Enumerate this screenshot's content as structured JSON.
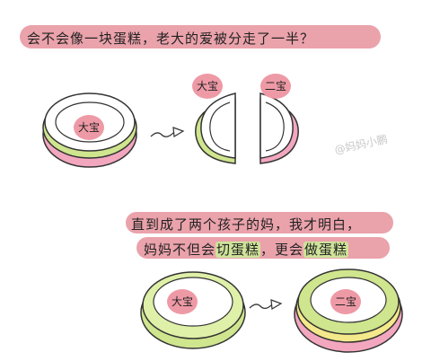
{
  "caption_top": "会不会像一块蛋糕，老大的爱被分走了一半？",
  "caption_bottom": {
    "line1": "直到成了两个孩子的妈，我才明白，",
    "line2_parts": [
      "妈妈不但会",
      "切蛋糕",
      "，更会",
      "做蛋糕"
    ]
  },
  "labels": {
    "big_top": "大宝",
    "big_half": "大宝",
    "second_half": "二宝",
    "big_bottom": "大宝",
    "second_bottom": "二宝"
  },
  "watermark": "@妈妈小鹏",
  "colors": {
    "pill": "#eaa2ab",
    "highlight": "#cfe39a",
    "cake_green": "#cfe58e",
    "cake_pink": "#f2a7bf"
  }
}
